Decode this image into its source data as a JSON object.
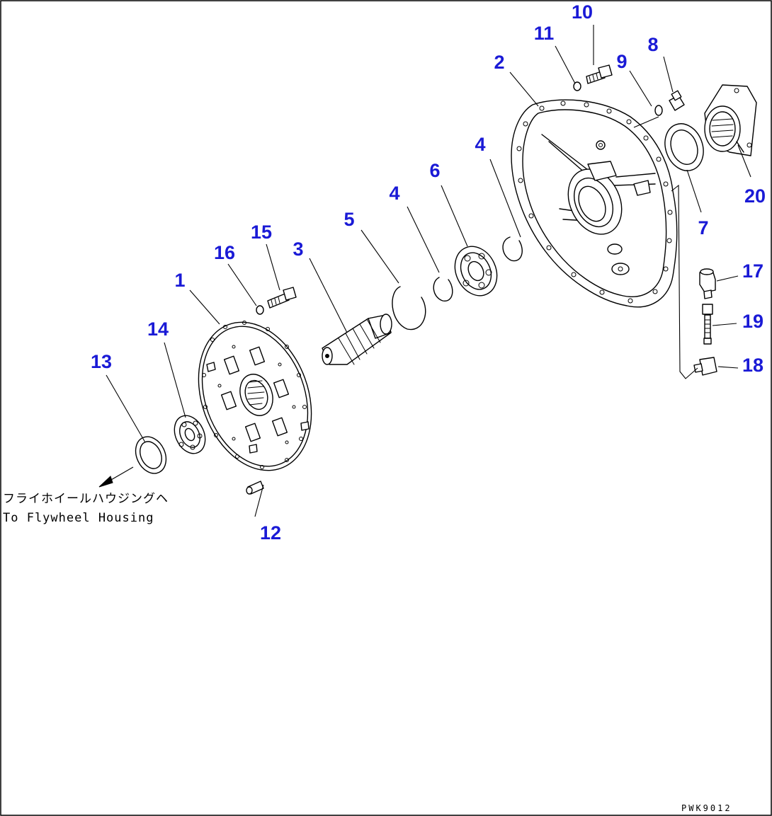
{
  "callouts": [
    {
      "id": "1",
      "label": "1"
    },
    {
      "id": "2",
      "label": "2"
    },
    {
      "id": "3",
      "label": "3"
    },
    {
      "id": "4a",
      "label": "4"
    },
    {
      "id": "4b",
      "label": "4"
    },
    {
      "id": "5",
      "label": "5"
    },
    {
      "id": "6",
      "label": "6"
    },
    {
      "id": "7",
      "label": "7"
    },
    {
      "id": "8",
      "label": "8"
    },
    {
      "id": "9",
      "label": "9"
    },
    {
      "id": "10",
      "label": "10"
    },
    {
      "id": "11",
      "label": "11"
    },
    {
      "id": "12",
      "label": "12"
    },
    {
      "id": "13",
      "label": "13"
    },
    {
      "id": "14",
      "label": "14"
    },
    {
      "id": "15",
      "label": "15"
    },
    {
      "id": "16",
      "label": "16"
    },
    {
      "id": "17",
      "label": "17"
    },
    {
      "id": "18",
      "label": "18"
    },
    {
      "id": "19",
      "label": "19"
    },
    {
      "id": "20",
      "label": "20"
    }
  ],
  "note": {
    "japanese": "フライホイールハウジングヘ",
    "english": "To Flywheel Housing"
  },
  "drawing_code": "PWK9012"
}
